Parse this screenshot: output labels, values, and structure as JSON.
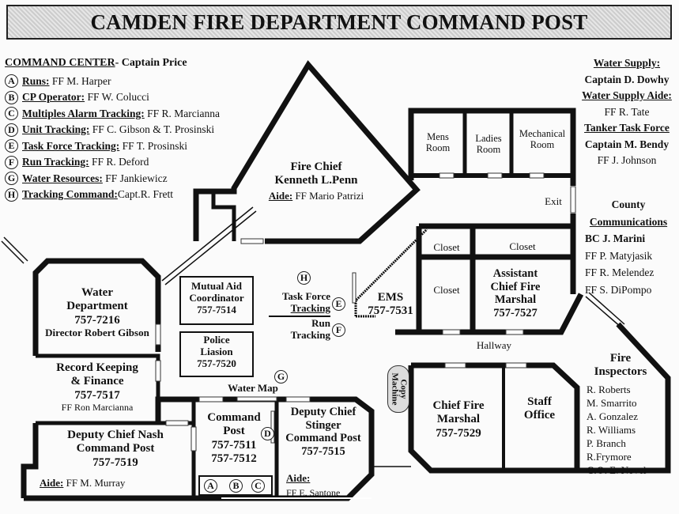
{
  "title": "CAMDEN FIRE DEPARTMENT COMMAND POST",
  "command_center": {
    "heading": "COMMAND  CENTER",
    "leader": " - Captain  Price",
    "items": [
      {
        "key": "A",
        "role": "Runs:",
        "person": " FF M. Harper"
      },
      {
        "key": "B",
        "role": "CP Operator:",
        "person": " FF W. Colucci"
      },
      {
        "key": "C",
        "role": "Multiples Alarm Tracking:",
        "person": " FF R. Marcianna"
      },
      {
        "key": "D",
        "role": "Unit Tracking:",
        "person": " FF C. Gibson & T. Prosinski"
      },
      {
        "key": "E",
        "role": "Task Force Tracking:",
        "person": " FF T. Prosinski"
      },
      {
        "key": "F",
        "role": "Run Tracking:",
        "person": " FF R. Deford"
      },
      {
        "key": "G",
        "role": "Water Resources:",
        "person": " FF Jankiewicz"
      },
      {
        "key": "H",
        "role": "Tracking Command:",
        "person": "Capt.R. Frett"
      }
    ]
  },
  "water_supply": {
    "heading": "Water Supply:",
    "captain": "Captain D. Dowhy",
    "aide_heading": "Water Supply Aide:",
    "aide": "FF R. Tate",
    "tanker_heading": "Tanker Task Force",
    "tanker_captain": "Captain M. Bendy",
    "tanker_ff": "FF J. Johnson"
  },
  "county": {
    "line1": "County",
    "line2": "Communications",
    "members": [
      "BC J. Marini",
      "FF P. Matyjasik",
      "FF R. Melendez",
      "FF S. DiPompo"
    ]
  },
  "rooms": {
    "fire_chief": {
      "line1": "Fire Chief",
      "line2": "Kenneth L.Penn",
      "aide_label": "Aide:",
      "aide": " FF Mario Patrizi"
    },
    "mens": [
      "Mens",
      "Room"
    ],
    "ladies": [
      "Ladies",
      "Room"
    ],
    "mechanical": [
      "Mechanical",
      "Room"
    ],
    "exit": "Exit",
    "closet": "Closet",
    "acfm": {
      "lines": [
        "Assistant",
        "Chief Fire",
        "Marshal"
      ],
      "phone": "757-7527"
    },
    "ems": {
      "name": "EMS",
      "phone": "757-7531"
    },
    "hallway": "Hallway",
    "water_dept": {
      "lines": [
        "Water",
        "Department"
      ],
      "phone": "757-7216",
      "director": "Director Robert Gibson"
    },
    "mutual_aid": {
      "lines": [
        "Mutual Aid",
        "Coordinator"
      ],
      "phone": "757-7514"
    },
    "police": {
      "lines": [
        "Police",
        "Liasion"
      ],
      "phone": "757-7520"
    },
    "task_force": [
      "Task  Force",
      "Tracking"
    ],
    "run_tracking": [
      "Run",
      "Tracking"
    ],
    "record": {
      "lines": [
        "Record Keeping",
        "& Finance"
      ],
      "phone": "757-7517",
      "person": "FF Ron Marcianna"
    },
    "water_map": "Water Map",
    "nash": {
      "lines": [
        "Deputy Chief Nash",
        "Command Post"
      ],
      "phone": "757-7519",
      "aide_label": "Aide:",
      "aide": " FF M. Murray"
    },
    "command_post": {
      "lines": [
        "Command",
        "Post"
      ],
      "phones": [
        "757-7511",
        "757-7512"
      ]
    },
    "stinger": {
      "lines": [
        "Deputy Chief",
        "Stinger",
        "Command Post"
      ],
      "phone": "757-7515",
      "aide_label": "Aide:",
      "aide": "FF E. Santone"
    },
    "copy_machine": [
      "Copy",
      "Machine"
    ],
    "cfm": {
      "lines": [
        "Chief Fire",
        "Marshal"
      ],
      "phone": "757-7529"
    },
    "staff": [
      "Staff",
      "Office"
    ],
    "inspectors": {
      "lines": [
        "Fire",
        "Inspectors"
      ],
      "members": [
        "R. Roberts",
        "M. Smarrito",
        "A. Gonzalez",
        "R. Williams",
        "P. Branch",
        "R.Frymore"
      ],
      "co_label": "C.O.",
      "co": " E. Novel"
    }
  },
  "markers": {
    "A": "A",
    "B": "B",
    "C": "C",
    "D": "D",
    "E": "E",
    "F": "F",
    "G": "G",
    "H": "H"
  }
}
